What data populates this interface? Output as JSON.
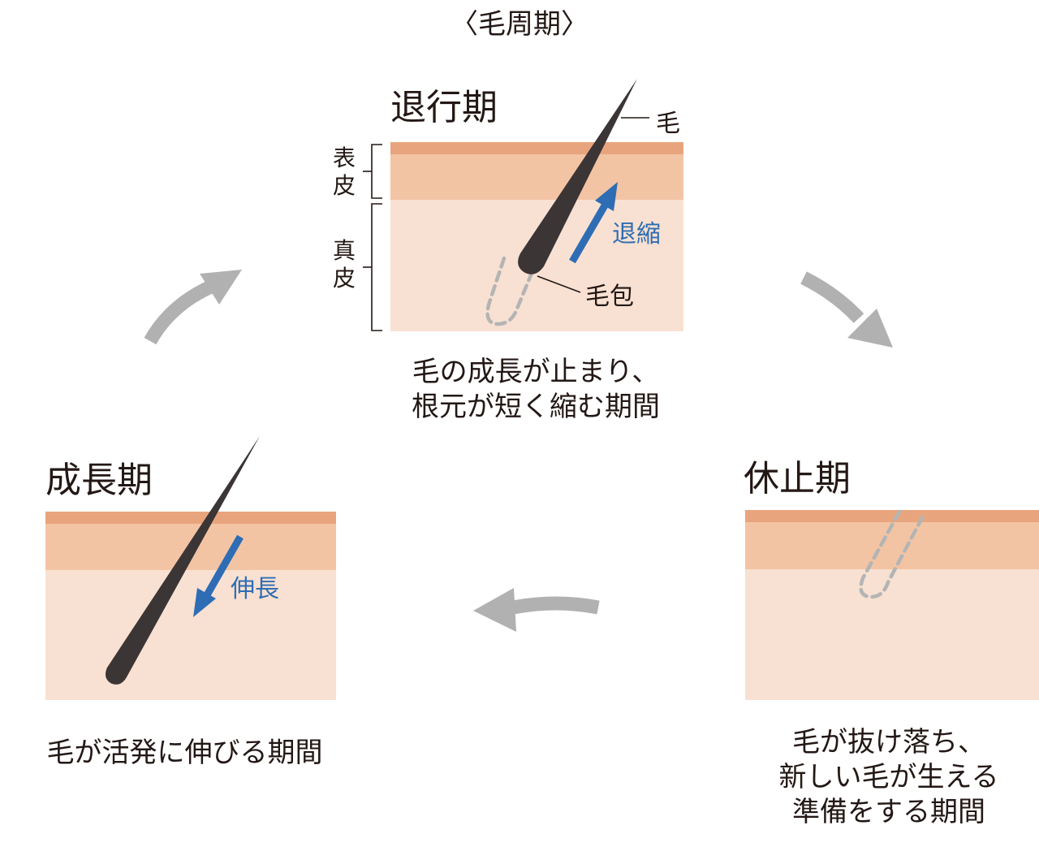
{
  "diagram_title": "〈毛周期〉",
  "stages": {
    "catagen": {
      "title": "退行期",
      "caption_lines": [
        "毛の成長が止まり、",
        "根元が短く縮む期間"
      ],
      "arrow_label": "退縮"
    },
    "anagen": {
      "title": "成長期",
      "caption": "毛が活発に伸びる期間",
      "arrow_label": "伸長"
    },
    "telogen": {
      "title": "休止期",
      "caption_lines": [
        "毛が抜け落ち、",
        "新しい毛が生える",
        "準備をする期間"
      ]
    }
  },
  "labels": {
    "hair": "毛",
    "follicle": "毛包",
    "epidermis": "表皮",
    "dermis": "真皮"
  },
  "colors": {
    "skin_top_band": "#e8a57d",
    "epidermis": "#f3c4a4",
    "dermis": "#f8e1d2",
    "hair": "#3b3536",
    "blue_arrow": "#2e6db4",
    "cycle_arrow": "#b1b1b1",
    "follicle_outline": "#b4b4b4"
  }
}
